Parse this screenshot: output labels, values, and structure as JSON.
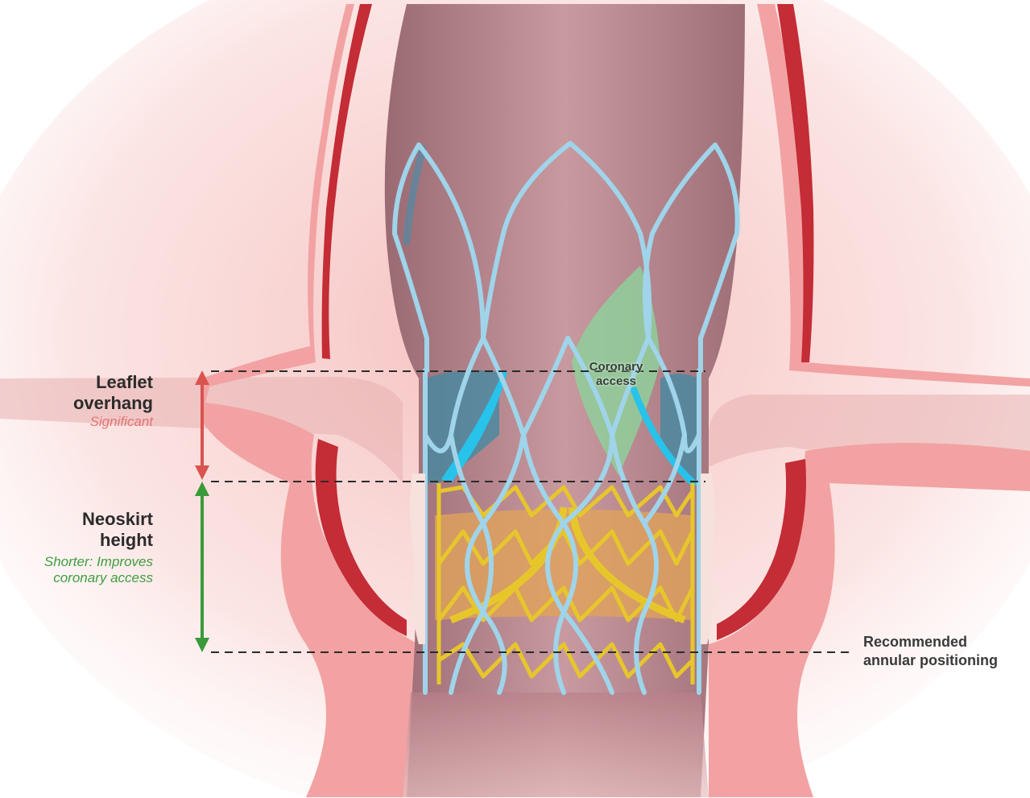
{
  "labels": {
    "leaflet_overhang": {
      "title_line1": "Leaflet",
      "title_line2": "overhang",
      "subtitle": "Significant"
    },
    "neoskirt_height": {
      "title_line1": "Neoskirt",
      "title_line2": "height",
      "subtitle_line1": "Shorter: Improves",
      "subtitle_line2": "coronary access"
    },
    "annular_positioning": {
      "line1": "Recommended",
      "line2": "annular positioning"
    },
    "coronary_access": {
      "line1": "Coronary",
      "line2": "access"
    }
  },
  "colors": {
    "leaflet_overhang_arrow": "#d9534f",
    "leaflet_overhang_subtitle": "#e07575",
    "neoskirt_arrow": "#3a9a3a",
    "neoskirt_subtitle": "#3f9d3f",
    "outer_frame": "#9fd4ea",
    "inner_frame": "#e7c62c",
    "vessel_wall": "#c8303a",
    "vessel_lining": "#f3a3a3",
    "lumen": "#b57c84",
    "native_leaflet": "#27c3ea",
    "coronary_window": "#8fcf9a",
    "neoskirt_fill": "#e0a35a"
  },
  "icons": [
    "double-arrow-red",
    "double-arrow-green"
  ]
}
